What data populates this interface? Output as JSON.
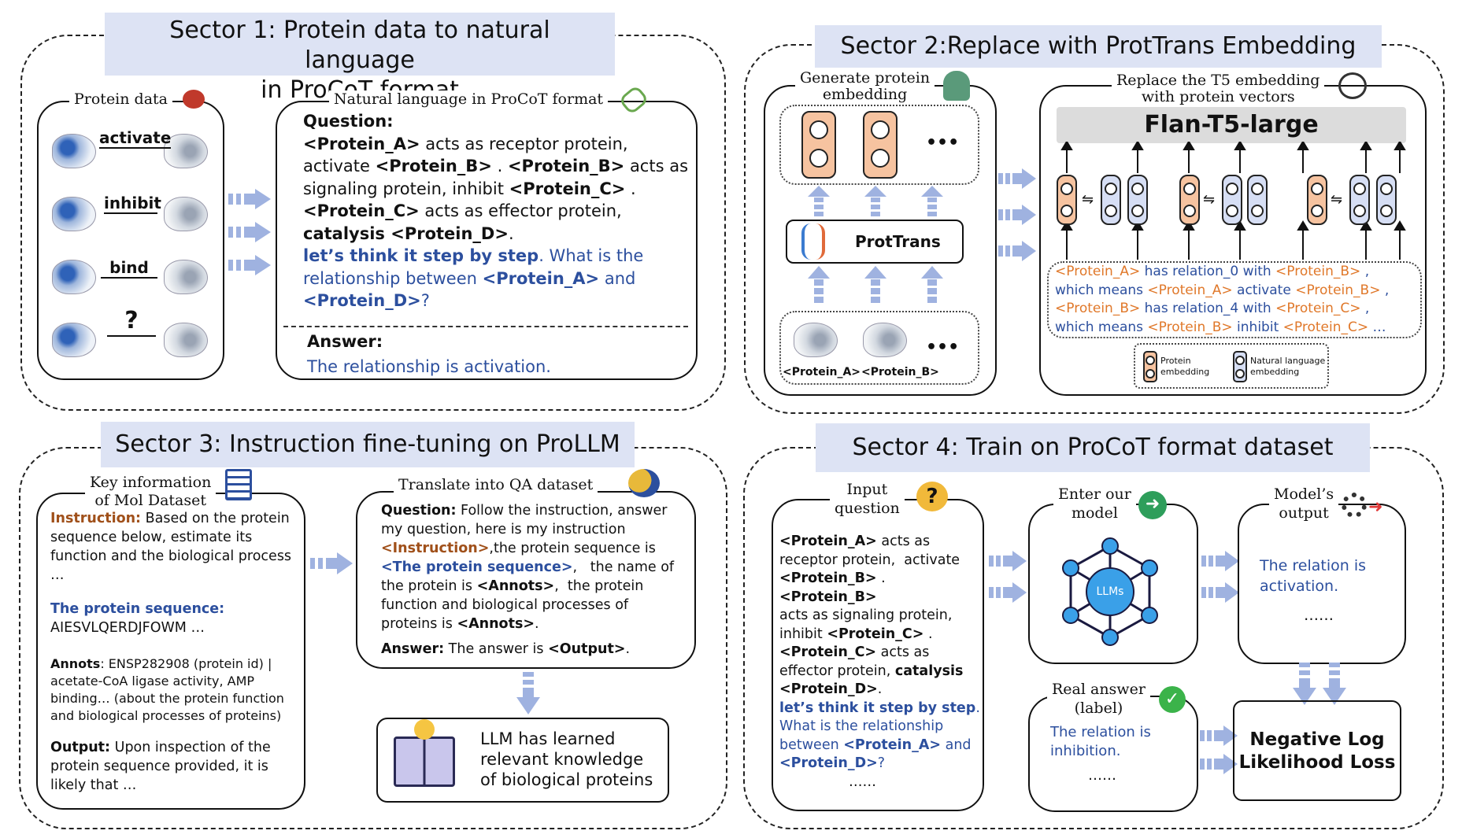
{
  "sector1": {
    "title_line1": "Sector 1: Protein data to natural language",
    "title_line2": "in ProCoT format",
    "protein_data_title": "Protein data",
    "relations": [
      "activate",
      "inhibit",
      "bind",
      "?"
    ],
    "nl_title": "Natural language in ProCoT format",
    "question_label": "Question:",
    "answer_label": "Answer:",
    "answer_text": "The relationship is activation."
  },
  "sector2": {
    "title": "Sector 2:Replace with ProtTrans Embedding",
    "gen_title_line1": "Generate protein",
    "gen_title_line2": "embedding",
    "protrans_label": "ProtTrans",
    "dots": "•••",
    "protein_a": "<Protein_A>",
    "protein_b": "<Protein_B>",
    "replace_title_line1": "Replace the T5 embedding",
    "replace_title_line2": "with protein vectors",
    "model_label": "Flan-T5-large",
    "legend_protein": "Protein embedding",
    "legend_nl": "Natural language embedding"
  },
  "sector3": {
    "title": "Sector 3: Instruction fine-tuning on ProLLM",
    "key_title_line1": "Key information",
    "key_title_line2": "of Mol Dataset",
    "instruction_label": "Instruction:",
    "instruction_text": "Based on the protein sequence below, estimate its function and the biological process …",
    "sequence_label": "The protein sequence:",
    "sequence_text": "AIESVLQERDJFOWM …",
    "annots_label": "Annots",
    "annots_text": ": ENSP282908 (protein id) | acetate-CoA ligase activity, AMP binding… (about the protein function and biological processes of proteins)",
    "output_label": "Output:",
    "output_text": "Upon inspection of the protein sequence provided, it is likely that …",
    "qa_title": "Translate into QA dataset",
    "learned_text": "LLM has learned relevant knowledge of biological proteins"
  },
  "sector4": {
    "title": "Sector 4: Train on ProCoT format dataset",
    "input_title_line1": "Input",
    "input_title_line2": "question",
    "enter_title_line1": "Enter our",
    "enter_title_line2": "model",
    "llms_label": "LLMs",
    "output_title_line1": "Model’s",
    "output_title_line2": "output",
    "output_text": "The relation is activation.",
    "ellipsis": "……",
    "real_title_line1": "Real answer",
    "real_title_line2": "(label)",
    "real_text": "The relation is inhibition.",
    "loss_line1": "Negative Log",
    "loss_line2": "Likelihood Loss",
    "input_ellipsis": "……"
  },
  "colors": {
    "title_bg": "#dde3f4",
    "blue_text": "#2c4f9e",
    "orange_text": "#e0782a",
    "arrow": "#9fb2e0",
    "protein_embedding": "#f6c3a0",
    "nl_embedding": "#d6def4"
  }
}
